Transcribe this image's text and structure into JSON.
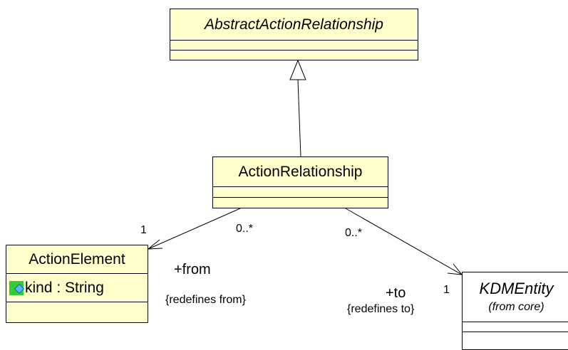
{
  "classes": {
    "abstract_action_relationship": {
      "name": "AbstractActionRelationship"
    },
    "action_relationship": {
      "name": "ActionRelationship"
    },
    "action_element": {
      "name": "ActionElement",
      "attributes": [
        {
          "text": "kind : String",
          "icon": "attribute-icon"
        }
      ]
    },
    "kdm_entity": {
      "name": "KDMEntity",
      "stereotype": "(from core)"
    }
  },
  "associations": {
    "from": {
      "source_multiplicity": "0..*",
      "target_multiplicity": "1",
      "role": "+from",
      "constraint": "{redefines from}"
    },
    "to": {
      "source_multiplicity": "0..*",
      "target_multiplicity": "1",
      "role": "+to",
      "constraint": "{redefines to}"
    }
  },
  "colors": {
    "class_fill": "#ffffcc",
    "external_class_fill": "#ffffff",
    "line": "#000000",
    "attribute_icon": "#33cc33"
  }
}
